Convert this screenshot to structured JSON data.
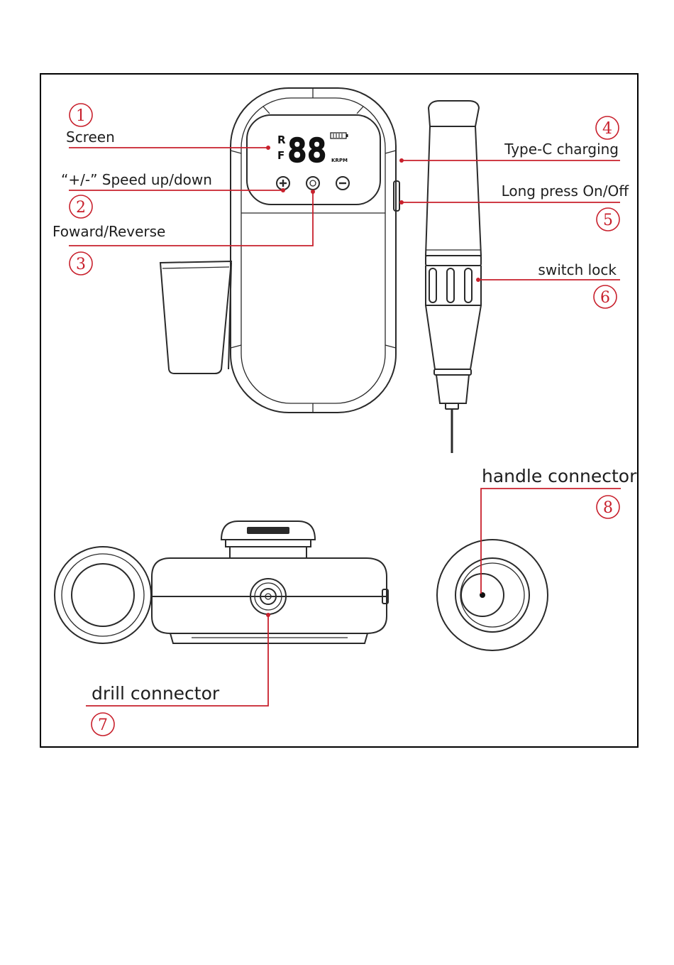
{
  "colors": {
    "callout": "#c8202c",
    "frame": "#000000",
    "device_outline": "#2a2a2a",
    "text": "#1e1e1e"
  },
  "display": {
    "digits": "88",
    "reverse_letter": "R",
    "forward_letter": "F",
    "unit": "KRPM"
  },
  "callouts": [
    {
      "number": "1",
      "label": "Screen"
    },
    {
      "number": "2",
      "label": "“+/-”  Speed up/down"
    },
    {
      "number": "3",
      "label": "Foward/Reverse"
    },
    {
      "number": "4",
      "label": "Type-C charging"
    },
    {
      "number": "5",
      "label": "Long press On/Off"
    },
    {
      "number": "6",
      "label": "switch lock"
    },
    {
      "number": "7",
      "label": "drill connector"
    },
    {
      "number": "8",
      "label": "handle connector"
    }
  ],
  "icons": [
    "plus-button-icon",
    "direction-button-icon",
    "minus-button-icon",
    "battery-icon"
  ]
}
